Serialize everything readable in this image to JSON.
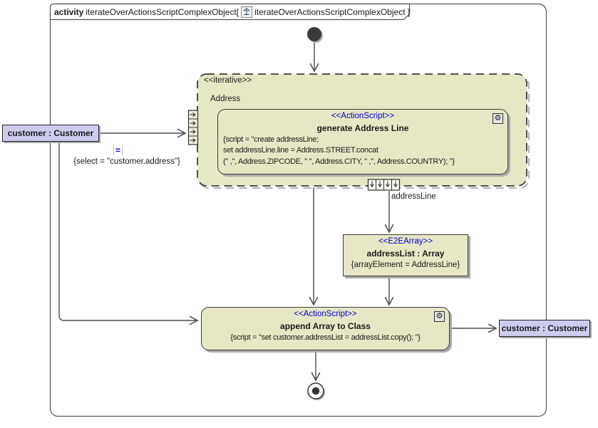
{
  "frame": {
    "keyword": "activity",
    "name": "iterateOverActionsScriptComplexObject[",
    "diagram_ref": "iterateOverActionsScriptComplexObject ]"
  },
  "iterative_region": {
    "stereotype": "<<iterative>>",
    "input_element_label": "Address"
  },
  "generate_action": {
    "stereotype": "<<ActionScript>>",
    "name": "generate Address Line",
    "script": "{script = \"create addressLine;\nset addressLine.line = Address.STREET.concat\n(\" ,\", Address.ZIPCODE, \" \", Address.CITY, \" ,\", Address.COUNTRY); \"}"
  },
  "append_action": {
    "stereotype": "<<ActionScript>>",
    "name": "append Array to Class",
    "script": "{script = \"set customer.addressList = addressList.copy(); \"}"
  },
  "array_node": {
    "stereotype": "<<E2EArray>>",
    "name": "addressList : Array",
    "constraint": "{arrayElement = AddressLine}"
  },
  "input_parameter": {
    "label": "customer : Customer"
  },
  "output_parameter": {
    "label": "customer : Customer"
  },
  "select_constraint": {
    "equals_glyph": "=",
    "text": "{select = \"customer.address\"}"
  },
  "edge_labels": {
    "address_line": "addressLine"
  },
  "icons": {
    "gear_glyph": "⚙"
  },
  "colors": {
    "node_fill": "#e7e7c6",
    "parameter_fill": "#ccccee",
    "stereotype_text": "#0000cc",
    "edge_stroke": "#4d4d4d",
    "shadow": "#a9a9a9"
  }
}
